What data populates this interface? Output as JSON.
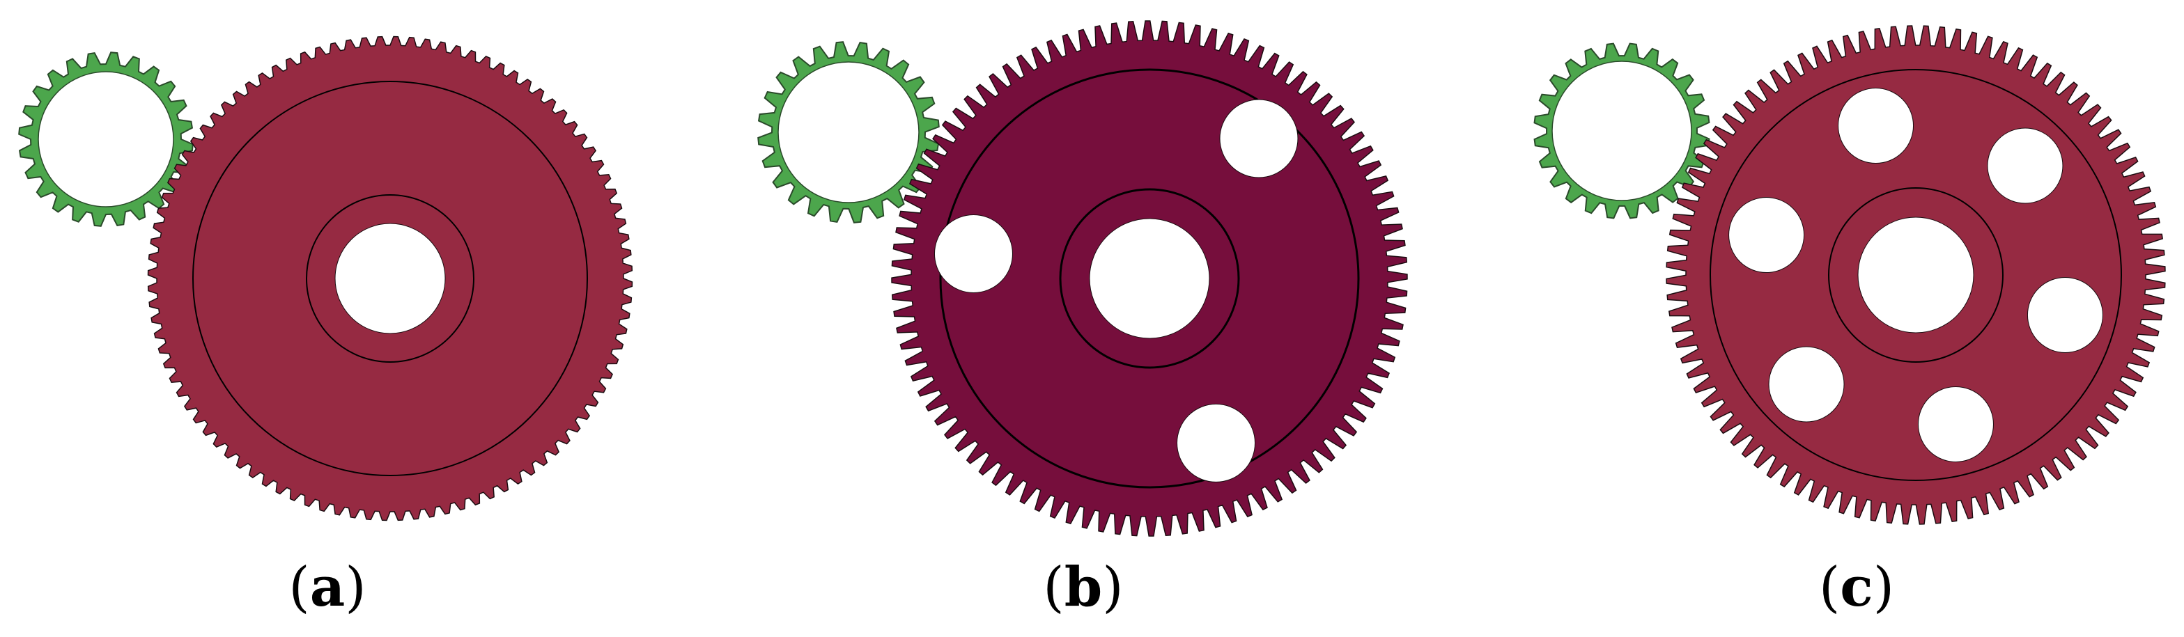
{
  "colors": {
    "background": "#ffffff",
    "pinion_fill": "#4ca64c",
    "pinion_stroke": "#2a4a2a",
    "gear_a_fill": "#962a42",
    "gear_b_fill": "#760e3c",
    "gear_c_fill": "#962a42",
    "gear_stroke": "#1a0c10",
    "hole_fill": "#ffffff",
    "line": "#000000"
  },
  "panels": [
    {
      "caption": {
        "open": "(",
        "letter": "a",
        "close": ")"
      },
      "pinion_teeth": 24,
      "gear_teeth": 96,
      "lightening_holes": 0
    },
    {
      "caption": {
        "open": "(",
        "letter": "b",
        "close": ")"
      },
      "pinion_teeth": 24,
      "gear_teeth": 96,
      "lightening_holes": 3
    },
    {
      "caption": {
        "open": "(",
        "letter": "c",
        "close": ")"
      },
      "pinion_teeth": 24,
      "gear_teeth": 96,
      "lightening_holes": 6
    }
  ]
}
